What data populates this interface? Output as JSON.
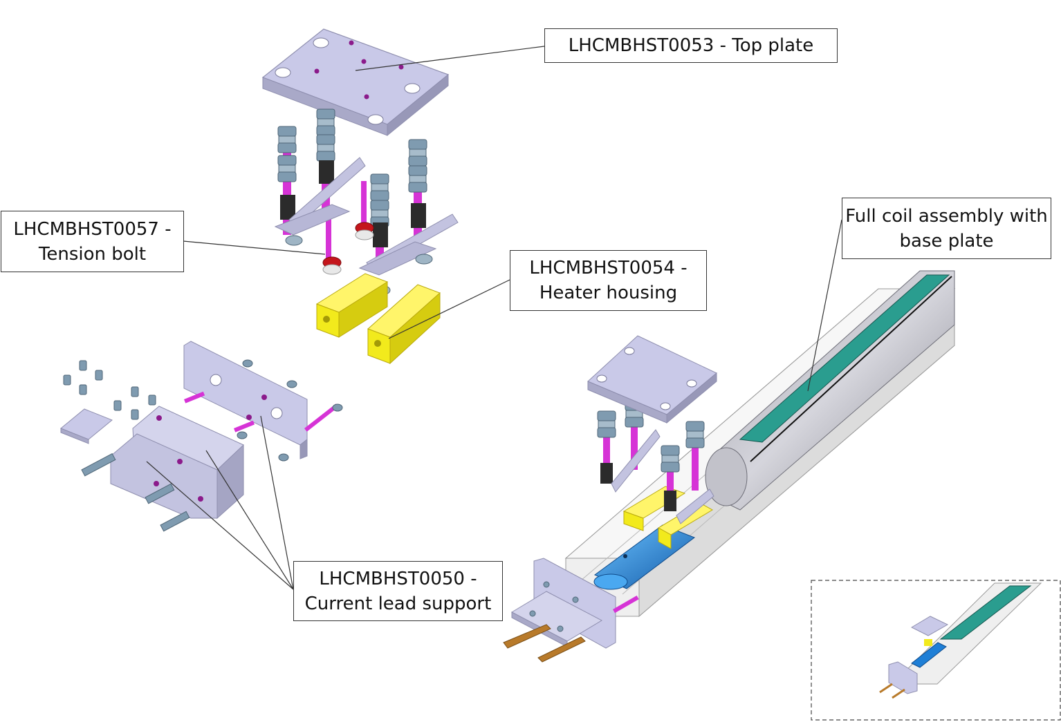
{
  "labels": {
    "top_plate": "LHCMBHST0053 - Top plate",
    "tension_bolt": {
      "line1": "LHCMBHST0057 -",
      "line2": "Tension bolt"
    },
    "heater_housing": {
      "line1": "LHCMBHST0054 -",
      "line2": "Heater housing"
    },
    "coil_assembly": {
      "line1": "Full coil assembly with",
      "line2": "base plate"
    },
    "current_lead": {
      "line1": "LHCMBHST0050 -",
      "line2": "Current lead support"
    }
  },
  "colors": {
    "plate": "#c8c8e6",
    "plate_edge": "#8e8eae",
    "rod": "#d633d6",
    "nut": "#7f9bb0",
    "spacer_dark": "#2b2b2b",
    "washer_red": "#c4161c",
    "heater_yellow": "#f2ea1c",
    "channel": "#efefef",
    "coil_green": "#2a9d8f",
    "coil_blue": "#1f7fd6",
    "copper": "#b87a2a",
    "leader": "#333333"
  }
}
